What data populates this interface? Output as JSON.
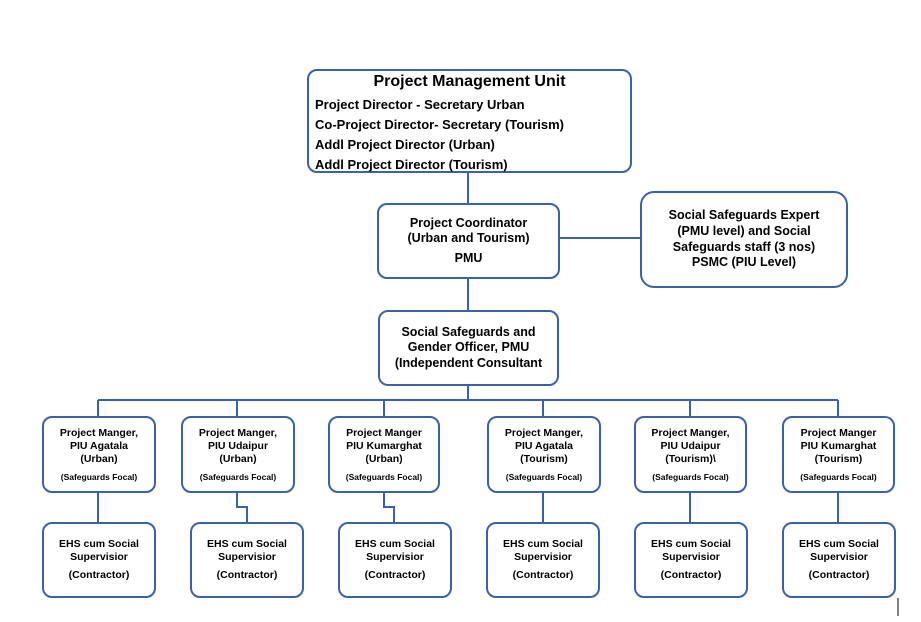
{
  "pmu": {
    "title": "Project Management Unit",
    "lines": [
      "Project Director - Secretary Urban",
      "Co-Project Director- Secretary  (Tourism)",
      "Addl Project Director (Urban)",
      "Addl Project Director  (Tourism)"
    ]
  },
  "coordinator": {
    "lines": [
      "Project Coordinator",
      "(Urban and Tourism)",
      "PMU"
    ]
  },
  "expert": {
    "lines": [
      "Social Safeguards Expert",
      "(PMU level) and Social",
      "Safeguards staff (3 nos)",
      "PSMC (PIU Level)"
    ]
  },
  "gender_officer": {
    "lines": [
      "Social Safeguards  and",
      "Gender Officer, PMU",
      "(Independent Consultant"
    ]
  },
  "project_managers": [
    {
      "lines": [
        "Project Manger,",
        "PIU Agatala",
        "(Urban)"
      ],
      "focal": "(Safeguards Focal)"
    },
    {
      "lines": [
        "Project Manger,",
        "PIU Udaipur",
        "(Urban)"
      ],
      "focal": "(Safeguards Focal)"
    },
    {
      "lines": [
        "Project Manger",
        "PIU Kumarghat",
        "(Urban)"
      ],
      "focal": "(Safeguards Focal)"
    },
    {
      "lines": [
        "Project Manger,",
        "PIU Agatala",
        "(Tourism)"
      ],
      "focal": "(Safeguards Focal)"
    },
    {
      "lines": [
        "Project Manger,",
        "PIU Udaipur",
        "(Tourism)\\"
      ],
      "focal": "(Safeguards Focal)"
    },
    {
      "lines": [
        "Project Manger",
        "PIU Kumarghat",
        "(Tourism)"
      ],
      "focal": "(Safeguards Focal)"
    }
  ],
  "ehs": [
    {
      "lines": [
        "EHS cum Social",
        "Supervisior"
      ],
      "contractor": "(Contractor)"
    },
    {
      "lines": [
        "EHS cum Social",
        "Supervisior"
      ],
      "contractor": "(Contractor)"
    },
    {
      "lines": [
        "EHS cum Social",
        "Supervisior"
      ],
      "contractor": "(Contractor)"
    },
    {
      "lines": [
        "EHS cum Social",
        "Supervisior"
      ],
      "contractor": "(Contractor)"
    },
    {
      "lines": [
        "EHS cum Social",
        "Supervisior"
      ],
      "contractor": "(Contractor)"
    },
    {
      "lines": [
        "EHS cum Social",
        "Supervisior"
      ],
      "contractor": "(Contractor)"
    }
  ],
  "colors": {
    "border": "#3a62a8",
    "connector": "#3a62a8"
  }
}
